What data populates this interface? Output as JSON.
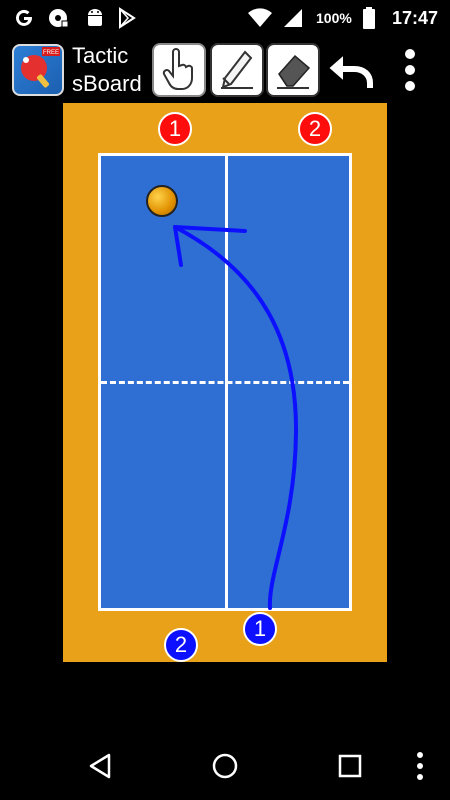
{
  "status_bar": {
    "time": "17:47",
    "battery_percent": "100%",
    "icons": [
      "google-g-icon",
      "media-icon",
      "android-icon",
      "play-store-icon",
      "wifi-icon",
      "signal-icon",
      "battery-icon"
    ]
  },
  "app_bar": {
    "title_line1": "Tactic",
    "title_line2": "sBoard",
    "logo_badge": "FREE",
    "tools": [
      "hand-select-tool",
      "pencil-tool",
      "eraser-tool"
    ],
    "actions": [
      "undo-icon",
      "overflow-menu-icon"
    ]
  },
  "court": {
    "colors": {
      "surround": "#e8a118",
      "table": "#2f6fd4",
      "lines": "#ffffff",
      "path": "#0d10ff"
    },
    "players": {
      "red_1": "1",
      "red_2": "2",
      "blue_1": "1",
      "blue_2": "2"
    },
    "ball": "ball-icon"
  },
  "nav_bar": {
    "icons": [
      "back-icon",
      "home-icon",
      "recents-icon",
      "more-icon"
    ]
  }
}
